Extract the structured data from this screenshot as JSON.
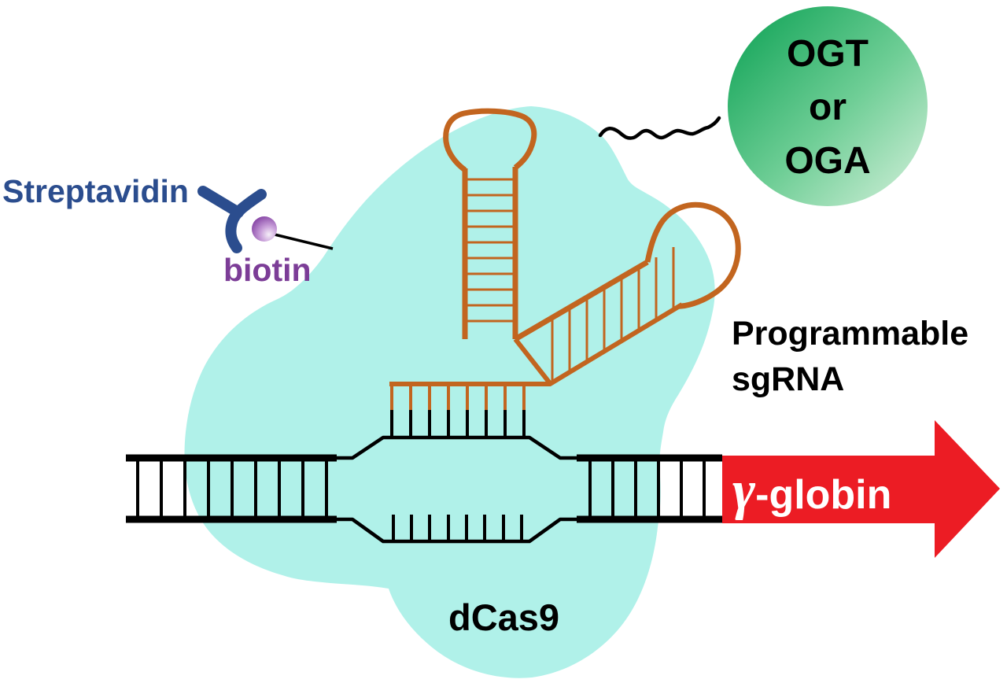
{
  "figure": {
    "type": "scientific-diagram",
    "description": "dCas9-based recruitment of OGT or OGA effector to the γ-globin gene via programmable sgRNA; dCas9 is tethered through a streptavidin–biotin linkage"
  },
  "labels": {
    "streptavidin": "Streptavidin",
    "biotin": "biotin",
    "effector": {
      "line1": "OGT",
      "line2": "or",
      "line3": "OGA"
    },
    "sgrna": {
      "line1": "Programmable",
      "line2": "sgRNA"
    },
    "dcas9": "dCas9",
    "gene": {
      "gamma": "γ",
      "rest": "-globin"
    }
  },
  "colors": {
    "dcas9_cyan": "#B0F1E9",
    "sgrna_orange": "#C2651F",
    "dna_black": "#000000",
    "gene_arrow_red": "#EC1C24",
    "effector_green_dark": "#09A052",
    "effector_green_light": "#D7F1DD",
    "streptavidin_blue": "#2B4D8E",
    "biotin_text_purple": "#7C3D97",
    "biotin_ball_purple": "#8A4AA8"
  }
}
